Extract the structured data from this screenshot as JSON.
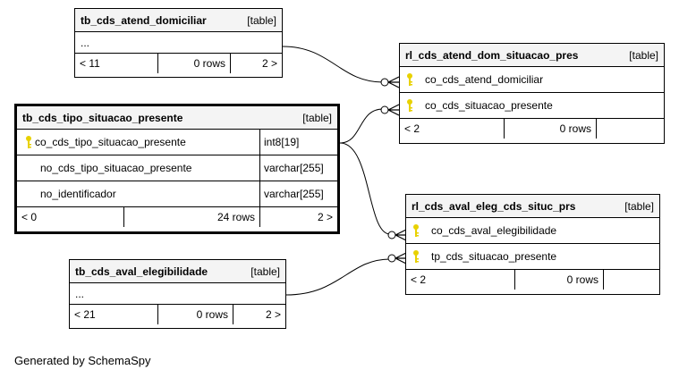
{
  "tables": {
    "t1": {
      "name": "tb_cds_atend_domiciliar",
      "kind": "[table]",
      "cols_placeholder": "...",
      "foot": {
        "parents": "< 11",
        "rows": "0 rows",
        "children": "2 >"
      }
    },
    "t2": {
      "name": "rl_cds_atend_dom_situacao_pres",
      "kind": "[table]",
      "columns": [
        "co_cds_atend_domiciliar",
        "co_cds_situacao_presente"
      ],
      "foot": {
        "parents": "< 2",
        "rows": "0 rows",
        "children": ""
      }
    },
    "t3": {
      "name": "tb_cds_tipo_situacao_presente",
      "kind": "[table]",
      "columns": [
        {
          "name": "co_cds_tipo_situacao_presente",
          "type": "int8[19]"
        },
        {
          "name": "no_cds_tipo_situacao_presente",
          "type": "varchar[255]"
        },
        {
          "name": "no_identificador",
          "type": "varchar[255]"
        }
      ],
      "foot": {
        "parents": "< 0",
        "rows": "24 rows",
        "children": "2 >"
      }
    },
    "t4": {
      "name": "rl_cds_aval_eleg_cds_situc_prs",
      "kind": "[table]",
      "columns": [
        "co_cds_aval_elegibilidade",
        "tp_cds_situacao_presente"
      ],
      "foot": {
        "parents": "< 2",
        "rows": "0 rows",
        "children": ""
      }
    },
    "t5": {
      "name": "tb_cds_aval_elegibilidade",
      "kind": "[table]",
      "cols_placeholder": "...",
      "foot": {
        "parents": "< 21",
        "rows": "0 rows",
        "children": "2 >"
      }
    }
  },
  "footer_note": "Generated by SchemaSpy",
  "colors": {
    "key": "#e8d100",
    "header_bg": "#f4f4f4",
    "line": "#000000"
  },
  "icons": {
    "primary_key": "key-icon"
  }
}
